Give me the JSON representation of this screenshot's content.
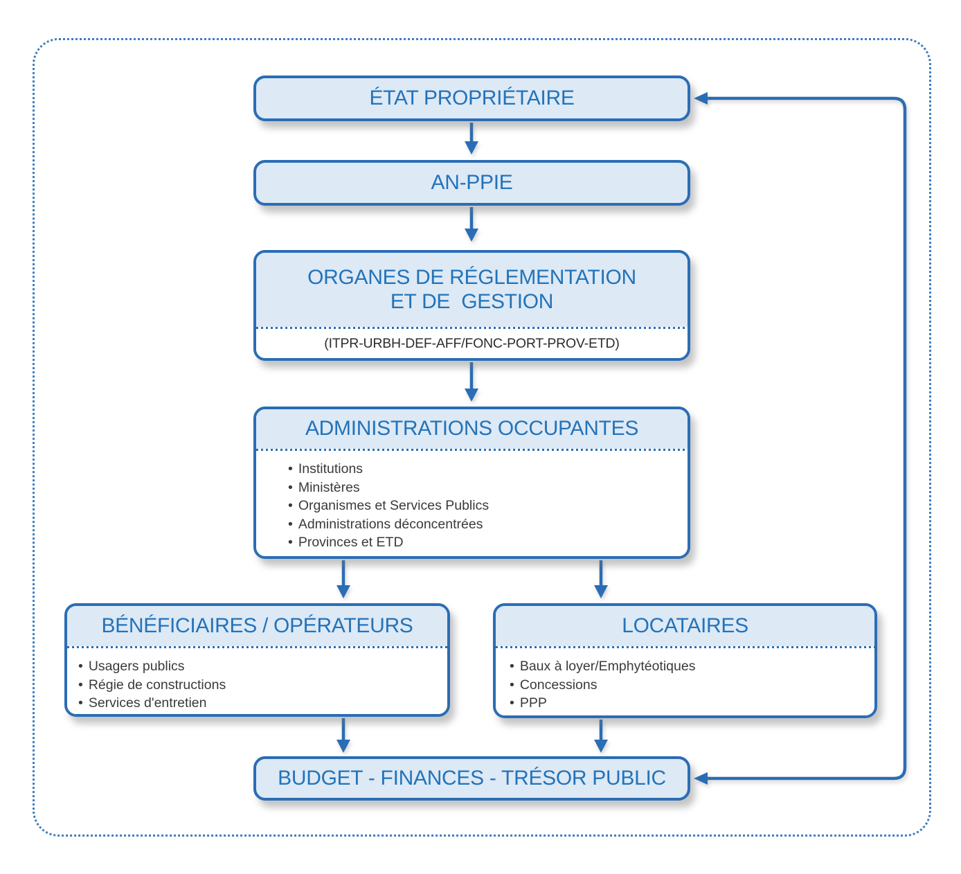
{
  "diagram": {
    "nodes": {
      "etat_proprietaire": {
        "title": "ÉTAT PROPRIÉTAIRE"
      },
      "an_ppie": {
        "title": "AN-PPIE"
      },
      "organes_reglementation": {
        "title_line1": "ORGANES DE RÉGLEMENTATION",
        "title_line2": "ET DE  GESTION",
        "subtitle": "(ITPR-URBH-DEF-AFF/FONC-PORT-PROV-ETD)"
      },
      "administrations_occupantes": {
        "title": "ADMINISTRATIONS OCCUPANTES",
        "items": [
          "Institutions",
          "Ministères",
          "Organismes et Services Publics",
          "Administrations déconcentrées",
          "Provinces et ETD"
        ]
      },
      "beneficiaires_operateurs": {
        "title": "BÉNÉFICIAIRES / OPÉRATEURS",
        "items": [
          "Usagers publics",
          "Régie de constructions",
          "Services d'entretien"
        ]
      },
      "locataires": {
        "title": "LOCATAIRES",
        "items": [
          "Baux à loyer/Emphytéotiques",
          "Concessions",
          "PPP"
        ]
      },
      "budget_finances": {
        "title": "BUDGET - FINANCES - TRÉSOR PUBLIC"
      }
    },
    "colors": {
      "line_blue": "#2b6db5",
      "fill_light_blue": "#dde9f5",
      "title_blue": "#2273ba",
      "body_text": "#3a3a3c"
    }
  }
}
